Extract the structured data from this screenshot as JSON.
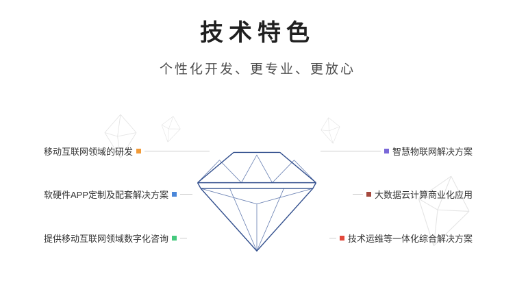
{
  "header": {
    "title": "技术特色",
    "subtitle": "个性化开发、更专业、更放心"
  },
  "features": {
    "left": [
      {
        "label": "移动互联网领域的研发",
        "color": "#f29b38"
      },
      {
        "label": "软硬件APP定制及配套解决方案",
        "color": "#4b87d9"
      },
      {
        "label": "提供移动互联网领域数字化咨询",
        "color": "#45c97d"
      }
    ],
    "right": [
      {
        "label": "智慧物联网解决方案",
        "color": "#7a68d8"
      },
      {
        "label": "大数据云计算商业化应用",
        "color": "#a5493e"
      },
      {
        "label": "技术运维等一体化综合解决方案",
        "color": "#e2493c"
      }
    ]
  },
  "colors": {
    "title": "#1f1f1f",
    "subtitle": "#4d4d4d",
    "connector_line": "#cccccc",
    "diamond_outline": "#33508e",
    "diamond_facet": "#6c83b4",
    "background_wire": "#e4e4e4"
  },
  "icons": {
    "center": "diamond-wireframe-icon",
    "background": "pyramid-wireframe-icon"
  }
}
